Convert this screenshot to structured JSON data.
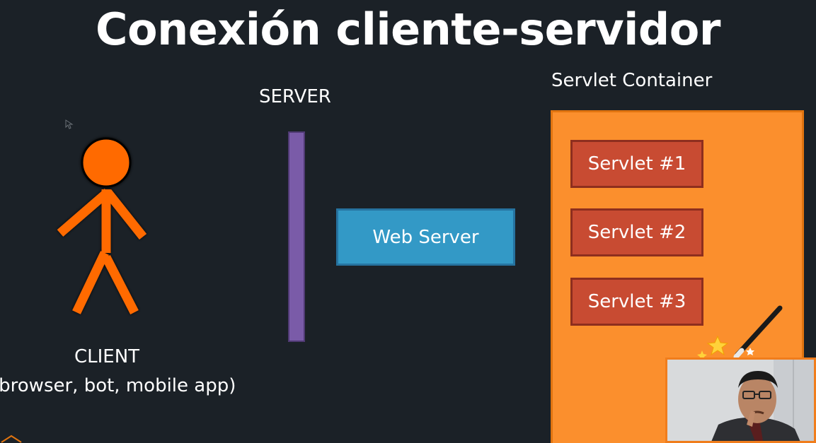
{
  "title": "Conexión cliente-servidor",
  "client": {
    "label": "CLIENT",
    "sublabel": "(browser, bot, mobile app)"
  },
  "server": {
    "label": "SERVER"
  },
  "web_server": {
    "label": "Web Server"
  },
  "servlet_container": {
    "label": "Servlet Container",
    "servlets": [
      {
        "label": "Servlet #1"
      },
      {
        "label": "Servlet #2"
      },
      {
        "label": "Servlet #3"
      }
    ]
  },
  "colors": {
    "background": "#1b2127",
    "stick_figure": "#ff6a00",
    "server_bar": "#7a5ba8",
    "web_server": "#3399c6",
    "container": "#fb8f2d",
    "servlet": "#c84b32"
  },
  "icons": [
    "stick-figure-icon",
    "magic-wand-icon",
    "cursor-icon"
  ]
}
